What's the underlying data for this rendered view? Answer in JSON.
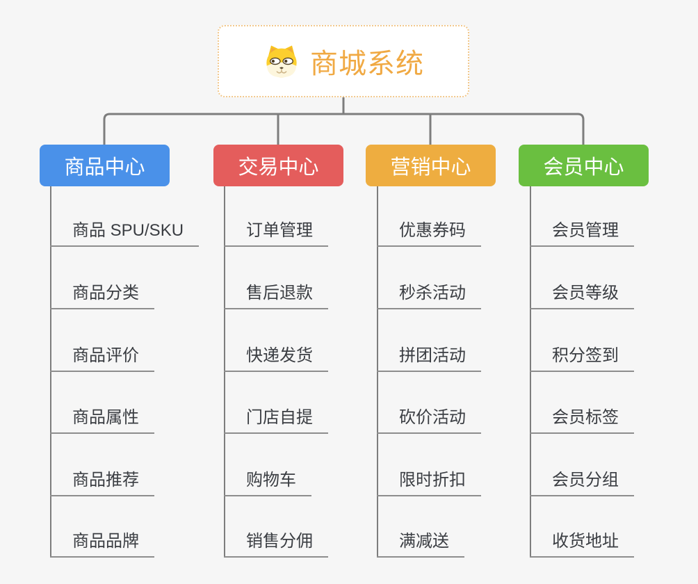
{
  "root": {
    "title": "商城系统",
    "icon": "dog-face-icon"
  },
  "branches": [
    {
      "label": "商品中心",
      "color": "#4a91e9",
      "children": [
        "商品 SPU/SKU",
        "商品分类",
        "商品评价",
        "商品属性",
        "商品推荐",
        "商品品牌"
      ]
    },
    {
      "label": "交易中心",
      "color": "#e45d5c",
      "children": [
        "订单管理",
        "售后退款",
        "快递发货",
        "门店自提",
        "购物车",
        "销售分佣"
      ]
    },
    {
      "label": "营销中心",
      "color": "#eead40",
      "children": [
        "优惠券码",
        "秒杀活动",
        "拼团活动",
        "砍价活动",
        "限时折扣",
        "满减送"
      ]
    },
    {
      "label": "会员中心",
      "color": "#6abf40",
      "children": [
        "会员管理",
        "会员等级",
        "积分签到",
        "会员标签",
        "会员分组",
        "收货地址"
      ]
    }
  ],
  "colors": {
    "background": "#f6f6f6",
    "connector": "#7d7d7d",
    "underline": "#8d8d8d",
    "root_accent": "#f0a943",
    "root_border": "#f2c88c",
    "child_text": "#3a3d42"
  }
}
